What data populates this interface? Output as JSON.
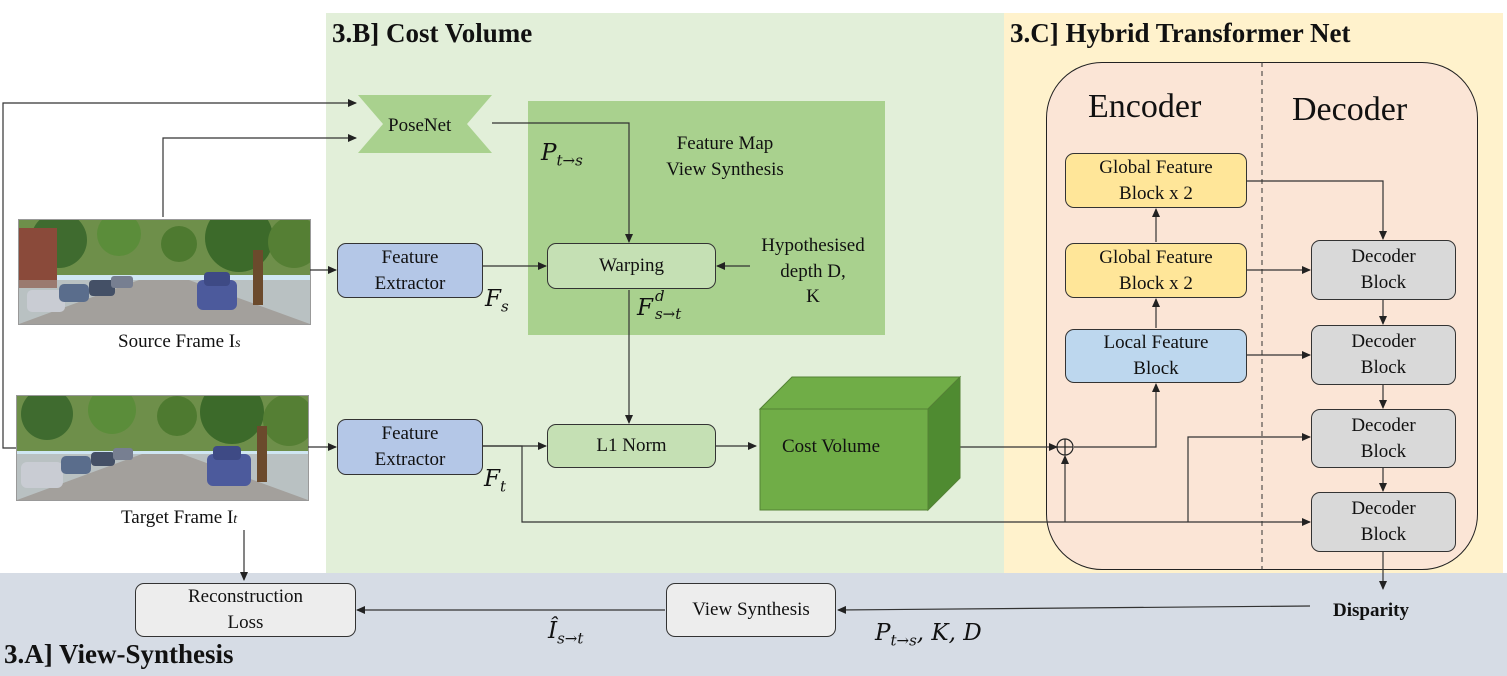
{
  "sections": {
    "view_synthesis": "3.A] View-Synthesis",
    "cost_volume": "3.B] Cost Volume",
    "hybrid_transformer": "3.C] Hybrid Transformer Net"
  },
  "frames": {
    "source_label": "Source Frame I",
    "source_sub": "s",
    "target_label": "Target Frame I",
    "target_sub": "t"
  },
  "posenet": "PoseNet",
  "feature_extractor_top": "Feature\nExtractor",
  "feature_extractor_bottom": "Feature\nExtractor",
  "feature_map_view_synthesis": "Feature Map\nView Synthesis",
  "warping": "Warping",
  "hypothesised_depth": "Hypothesised\ndepth D,\nK",
  "l1_norm": "L1 Norm",
  "cost_volume_block": "Cost Volume",
  "encoder": "Encoder",
  "decoder": "Decoder",
  "global_feature_1": "Global Feature\nBlock x 2",
  "global_feature_2": "Global Feature\nBlock x 2",
  "local_feature": "Local Feature\nBlock",
  "decoder_block_1": "Decoder\nBlock",
  "decoder_block_2": "Decoder\nBlock",
  "decoder_block_3": "Decoder\nBlock",
  "decoder_block_4": "Decoder\nBlock",
  "disparity": "Disparity",
  "view_synthesis_box": "View Synthesis",
  "reconstruction_loss": "Reconstruction\nLoss",
  "math": {
    "p_ts": "P",
    "p_ts_sub": "t→s",
    "f_s": "F",
    "f_s_sub": "s",
    "f_t": "F",
    "f_t_sub": "t",
    "f_std": "F",
    "f_std_sub": "s→t",
    "f_std_sup": "d",
    "i_hat": "Î",
    "i_hat_sub": "s→t",
    "pkd": "P",
    "pkd_sub": "t→s",
    "pkd_rest": ", K, D"
  },
  "colors": {
    "cost_volume_bg": "#e2efd9",
    "transformer_bg": "#fff2cc",
    "view_synthesis_bg": "#d6dce5",
    "inner_green": "#a9d18e",
    "node_green": "#c5e0b4",
    "feature_blue": "#b4c7e7",
    "global_yellow": "#ffe699",
    "local_blue": "#bdd7ee",
    "decoder_gray": "#d9d9d9",
    "encdec_bg": "#fbe5d6",
    "cost_cube": "#70ad47"
  }
}
